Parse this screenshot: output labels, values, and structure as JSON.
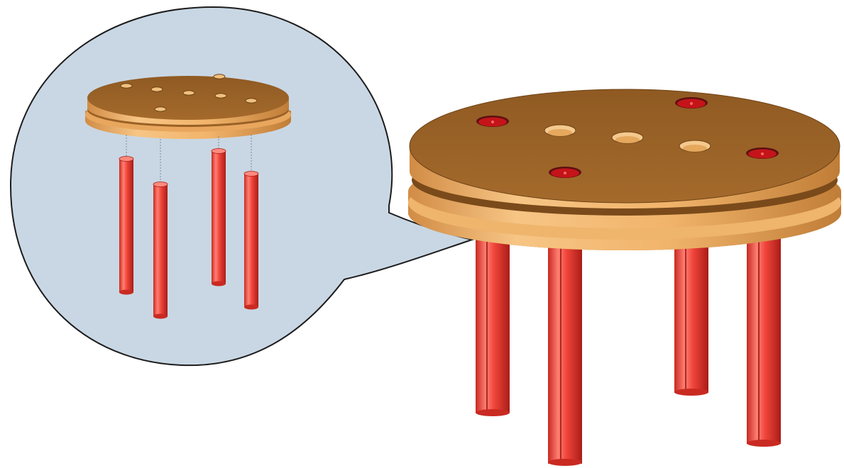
{
  "figure": {
    "description_of_parts": {
      "plate": "round plate",
      "pins": "rod"
    },
    "colors": {
      "background": "#ffffff",
      "bubble_fill": "#c9d7e4",
      "bubble_stroke": "#1c1c1c",
      "plate_top": "#9a6126",
      "plate_top_dark": "#7a4a1a",
      "plate_edge_light": "#f7c585",
      "plate_edge_mid": "#e9a75e",
      "plate_edge_dark": "#b97a35",
      "rod_light": "#ff7a6e",
      "rod_mid": "#e8382e",
      "rod_dark": "#a91d17",
      "hole_red": "#c4141a"
    },
    "views": [
      {
        "name": "exploded-view",
        "pin_count": 4,
        "hole_count": 7
      },
      {
        "name": "assembled-view",
        "pin_count": 4,
        "hole_count": 7
      }
    ]
  }
}
